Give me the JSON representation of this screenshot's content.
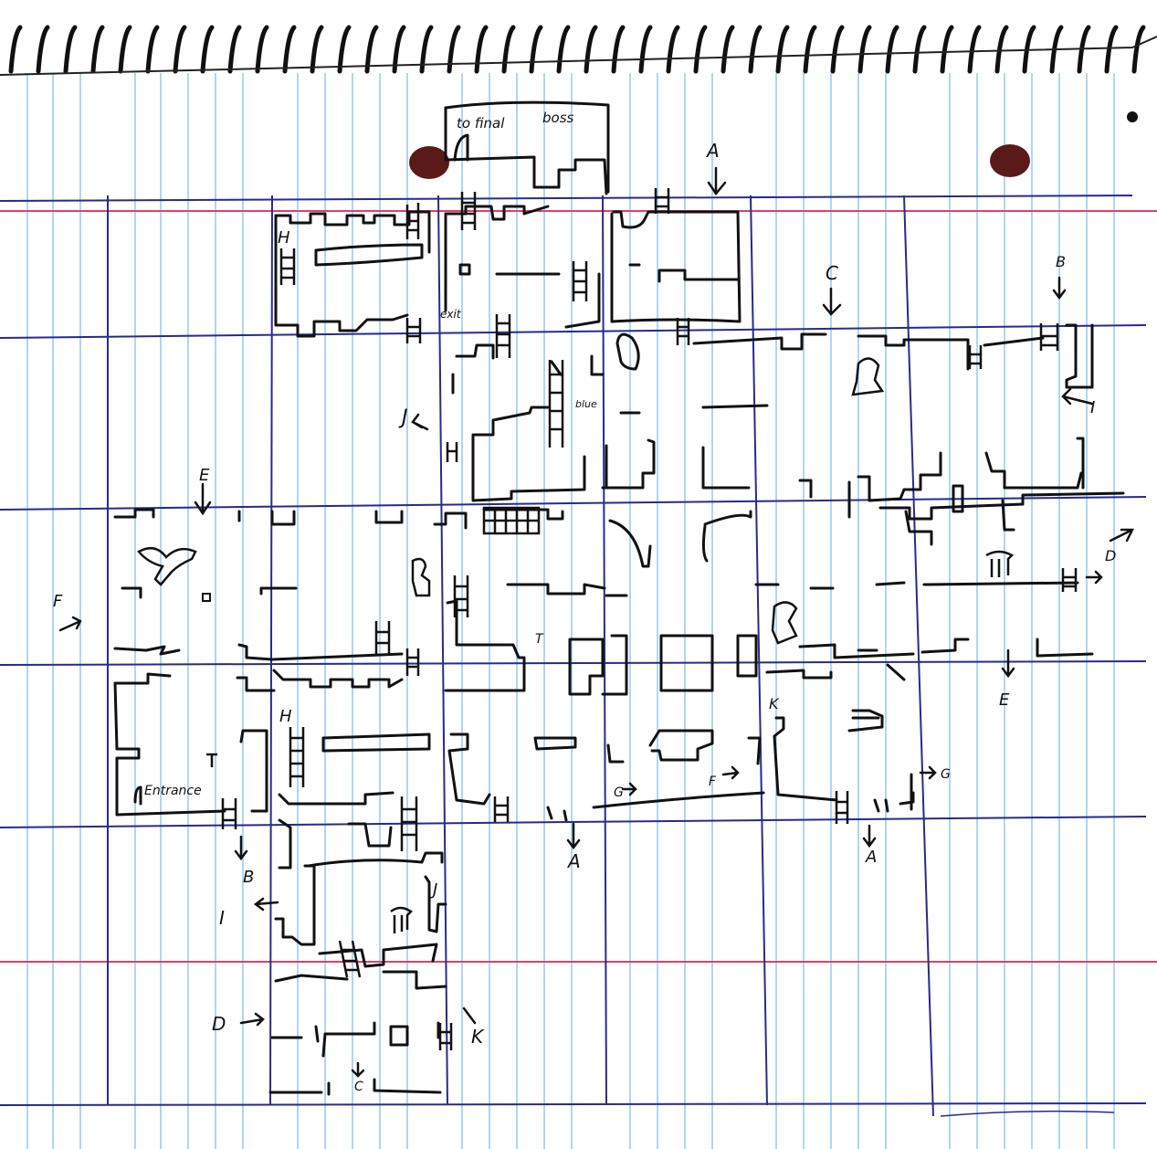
{
  "colors": {
    "paper": "#ffffff",
    "rule_blue": "#8ec5ee",
    "margin_red": "#e0406a",
    "grid_ink": "#2a2a8a",
    "pen_ink": "#111111",
    "spiral": "#101010",
    "punch_hole": "#5a1a1a"
  },
  "labels": {
    "final_boss": [
      "to final",
      "boss"
    ],
    "entrance": "Entrance",
    "exit_word": "exit",
    "blue_word": "blue",
    "A": "A",
    "B": "B",
    "C": "C",
    "D": "D",
    "E": "E",
    "F": "F",
    "G": "G",
    "H": "H",
    "I": "I",
    "J": "J",
    "K": "K",
    "T": "T"
  },
  "icons": [
    "spiral-binding-icon",
    "punch-hole-icon",
    "ladder-icon",
    "bird-creature-icon",
    "statue-icon",
    "pedestal-icon",
    "door-arch-icon"
  ]
}
